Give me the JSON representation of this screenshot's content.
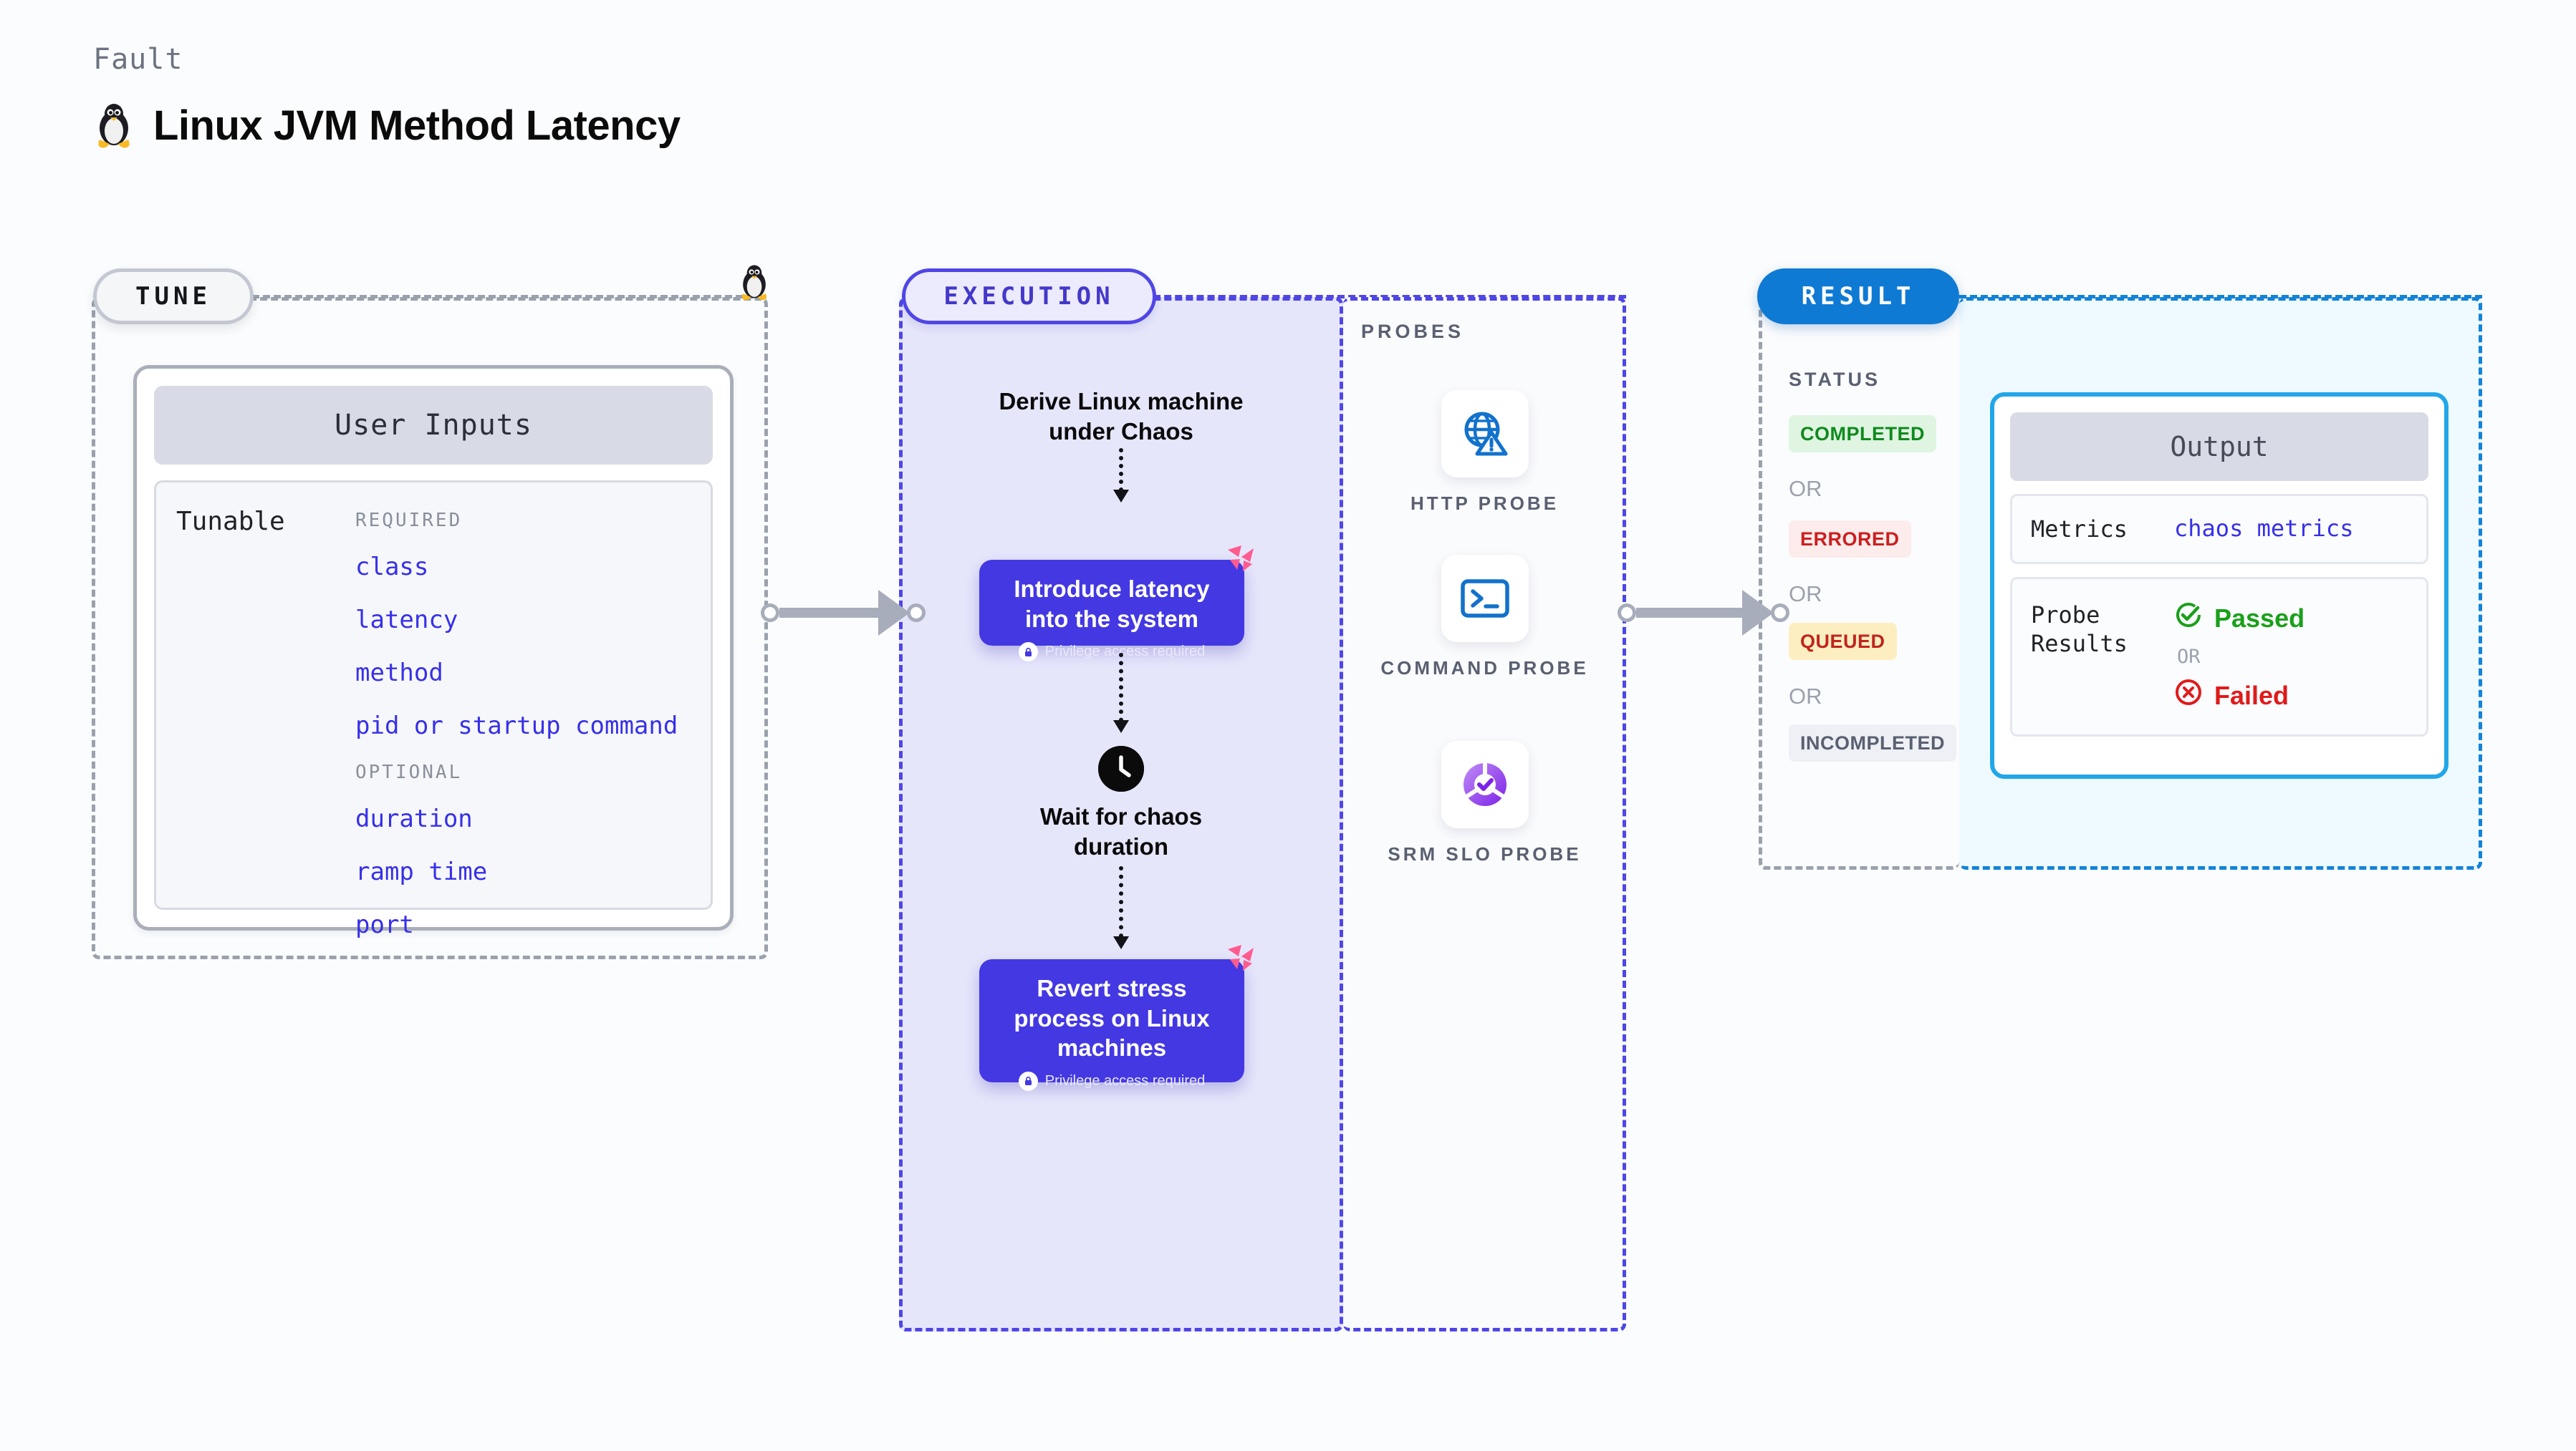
{
  "header": {
    "kicker": "Fault",
    "title": "Linux JVM Method Latency",
    "icon": "linux-penguin-icon"
  },
  "tune": {
    "badge": "TUNE",
    "card_title": "User Inputs",
    "tunable_label": "Tunable",
    "groups": [
      {
        "title": "REQUIRED",
        "items": [
          "class",
          "latency",
          "method",
          "pid or startup command"
        ]
      },
      {
        "title": "OPTIONAL",
        "items": [
          "duration",
          "ramp time",
          "port"
        ]
      }
    ]
  },
  "execution": {
    "badge": "EXECUTION",
    "steps": [
      {
        "type": "text",
        "label": "Derive Linux machine\nunder Chaos"
      },
      {
        "type": "action",
        "label": "Introduce latency\ninto the system",
        "note": "Privilege access required",
        "note_icon": "lock-icon",
        "corner_icon": "harness-logo-icon"
      },
      {
        "type": "wait",
        "label": "Wait for chaos\nduration",
        "icon": "clock-icon"
      },
      {
        "type": "action",
        "label": "Revert stress\nprocess on Linux\nmachines",
        "note": "Privilege access required",
        "note_icon": "lock-icon",
        "corner_icon": "harness-logo-icon"
      }
    ]
  },
  "probes": {
    "title": "PROBES",
    "items": [
      {
        "label": "HTTP PROBE",
        "icon": "globe-warning-icon"
      },
      {
        "label": "COMMAND PROBE",
        "icon": "terminal-icon"
      },
      {
        "label": "SRM SLO PROBE",
        "icon": "slo-donut-check-icon"
      }
    ]
  },
  "result": {
    "badge": "RESULT",
    "status_title": "STATUS",
    "or_label": "OR",
    "statuses": [
      {
        "label": "COMPLETED",
        "bg": "#dff5e1",
        "fg": "#0f8a1e"
      },
      {
        "label": "ERRORED",
        "bg": "#fdecec",
        "fg": "#cc1f1f"
      },
      {
        "label": "QUEUED",
        "bg": "#fdeec2",
        "fg": "#c0241b"
      },
      {
        "label": "INCOMPLETED",
        "bg": "#eef0f5",
        "fg": "#5a6071"
      }
    ],
    "output": {
      "title": "Output",
      "metrics_key": "Metrics",
      "metrics_value": "chaos metrics",
      "probe_results_key": "Probe\nResults",
      "passed_label": "Passed",
      "passed_icon": "check-circle-icon",
      "or_label": "OR",
      "failed_label": "Failed",
      "failed_icon": "x-circle-icon"
    }
  },
  "colors": {
    "accent_purple": "#4338e2",
    "accent_blue": "#0f7ad4",
    "accent_pink": "#ff5b8f",
    "tunable_link": "#3730e8"
  }
}
